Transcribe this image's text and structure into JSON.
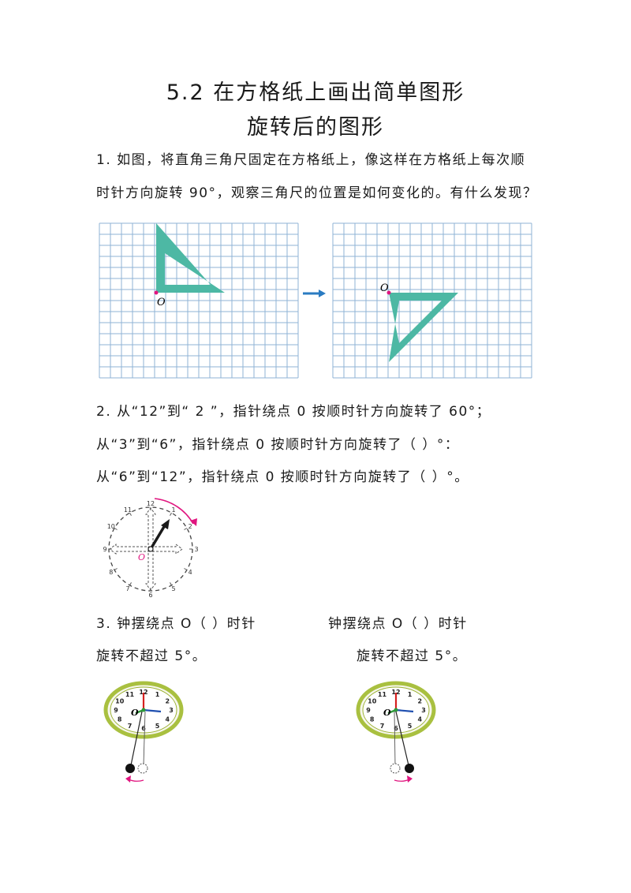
{
  "header": {
    "title_line1": "5.2   在方格纸上画出简单图形",
    "title_line2": "旋转后的图形"
  },
  "q1": {
    "line1": "1. 如图，将直角三角尺固定在方格纸上，像这样在方格纸上每次顺",
    "line2": "时针方向旋转 90°，观察三角尺的位置是如何变化的。有什么发现？",
    "point_label": "O"
  },
  "q2": {
    "line1": "2. 从“12”到“ 2 ”，指针绕点 0 按顺时针方向旋转了 60°；",
    "line2": "从“3”到“6”，指针绕点 0 按顺时针方向旋转了（ ）°：",
    "line3": "从“6”到“12”，指针绕点 0 按顺时针方向旋转了（ ）°。",
    "clock_numbers": [
      "12",
      "1",
      "2",
      "3",
      "4",
      "5",
      "6",
      "7",
      "8",
      "9",
      "10",
      "11"
    ],
    "center_label": "O"
  },
  "q3": {
    "left_line1": "3. 钟摆绕点 O（    ）时针",
    "left_line2": "旋转不超过 5°。",
    "right_line1": "钟摆绕点 O（    ）时针",
    "right_line2": "旋转不超过 5°。",
    "clock_numbers": [
      "12",
      "1",
      "2",
      "3",
      "4",
      "5",
      "6",
      "7",
      "8",
      "9",
      "10",
      "11"
    ],
    "center_label": "O"
  },
  "colors": {
    "grid": "#8fb3d6",
    "triangle": "#4db8a4",
    "arrow": "#2a7bc2",
    "magenta": "#e0157f",
    "clock_rim": "#a9c040",
    "hand_red": "#d62020",
    "hand_green": "#2e9a3a",
    "hand_blue": "#1f4fb0"
  }
}
